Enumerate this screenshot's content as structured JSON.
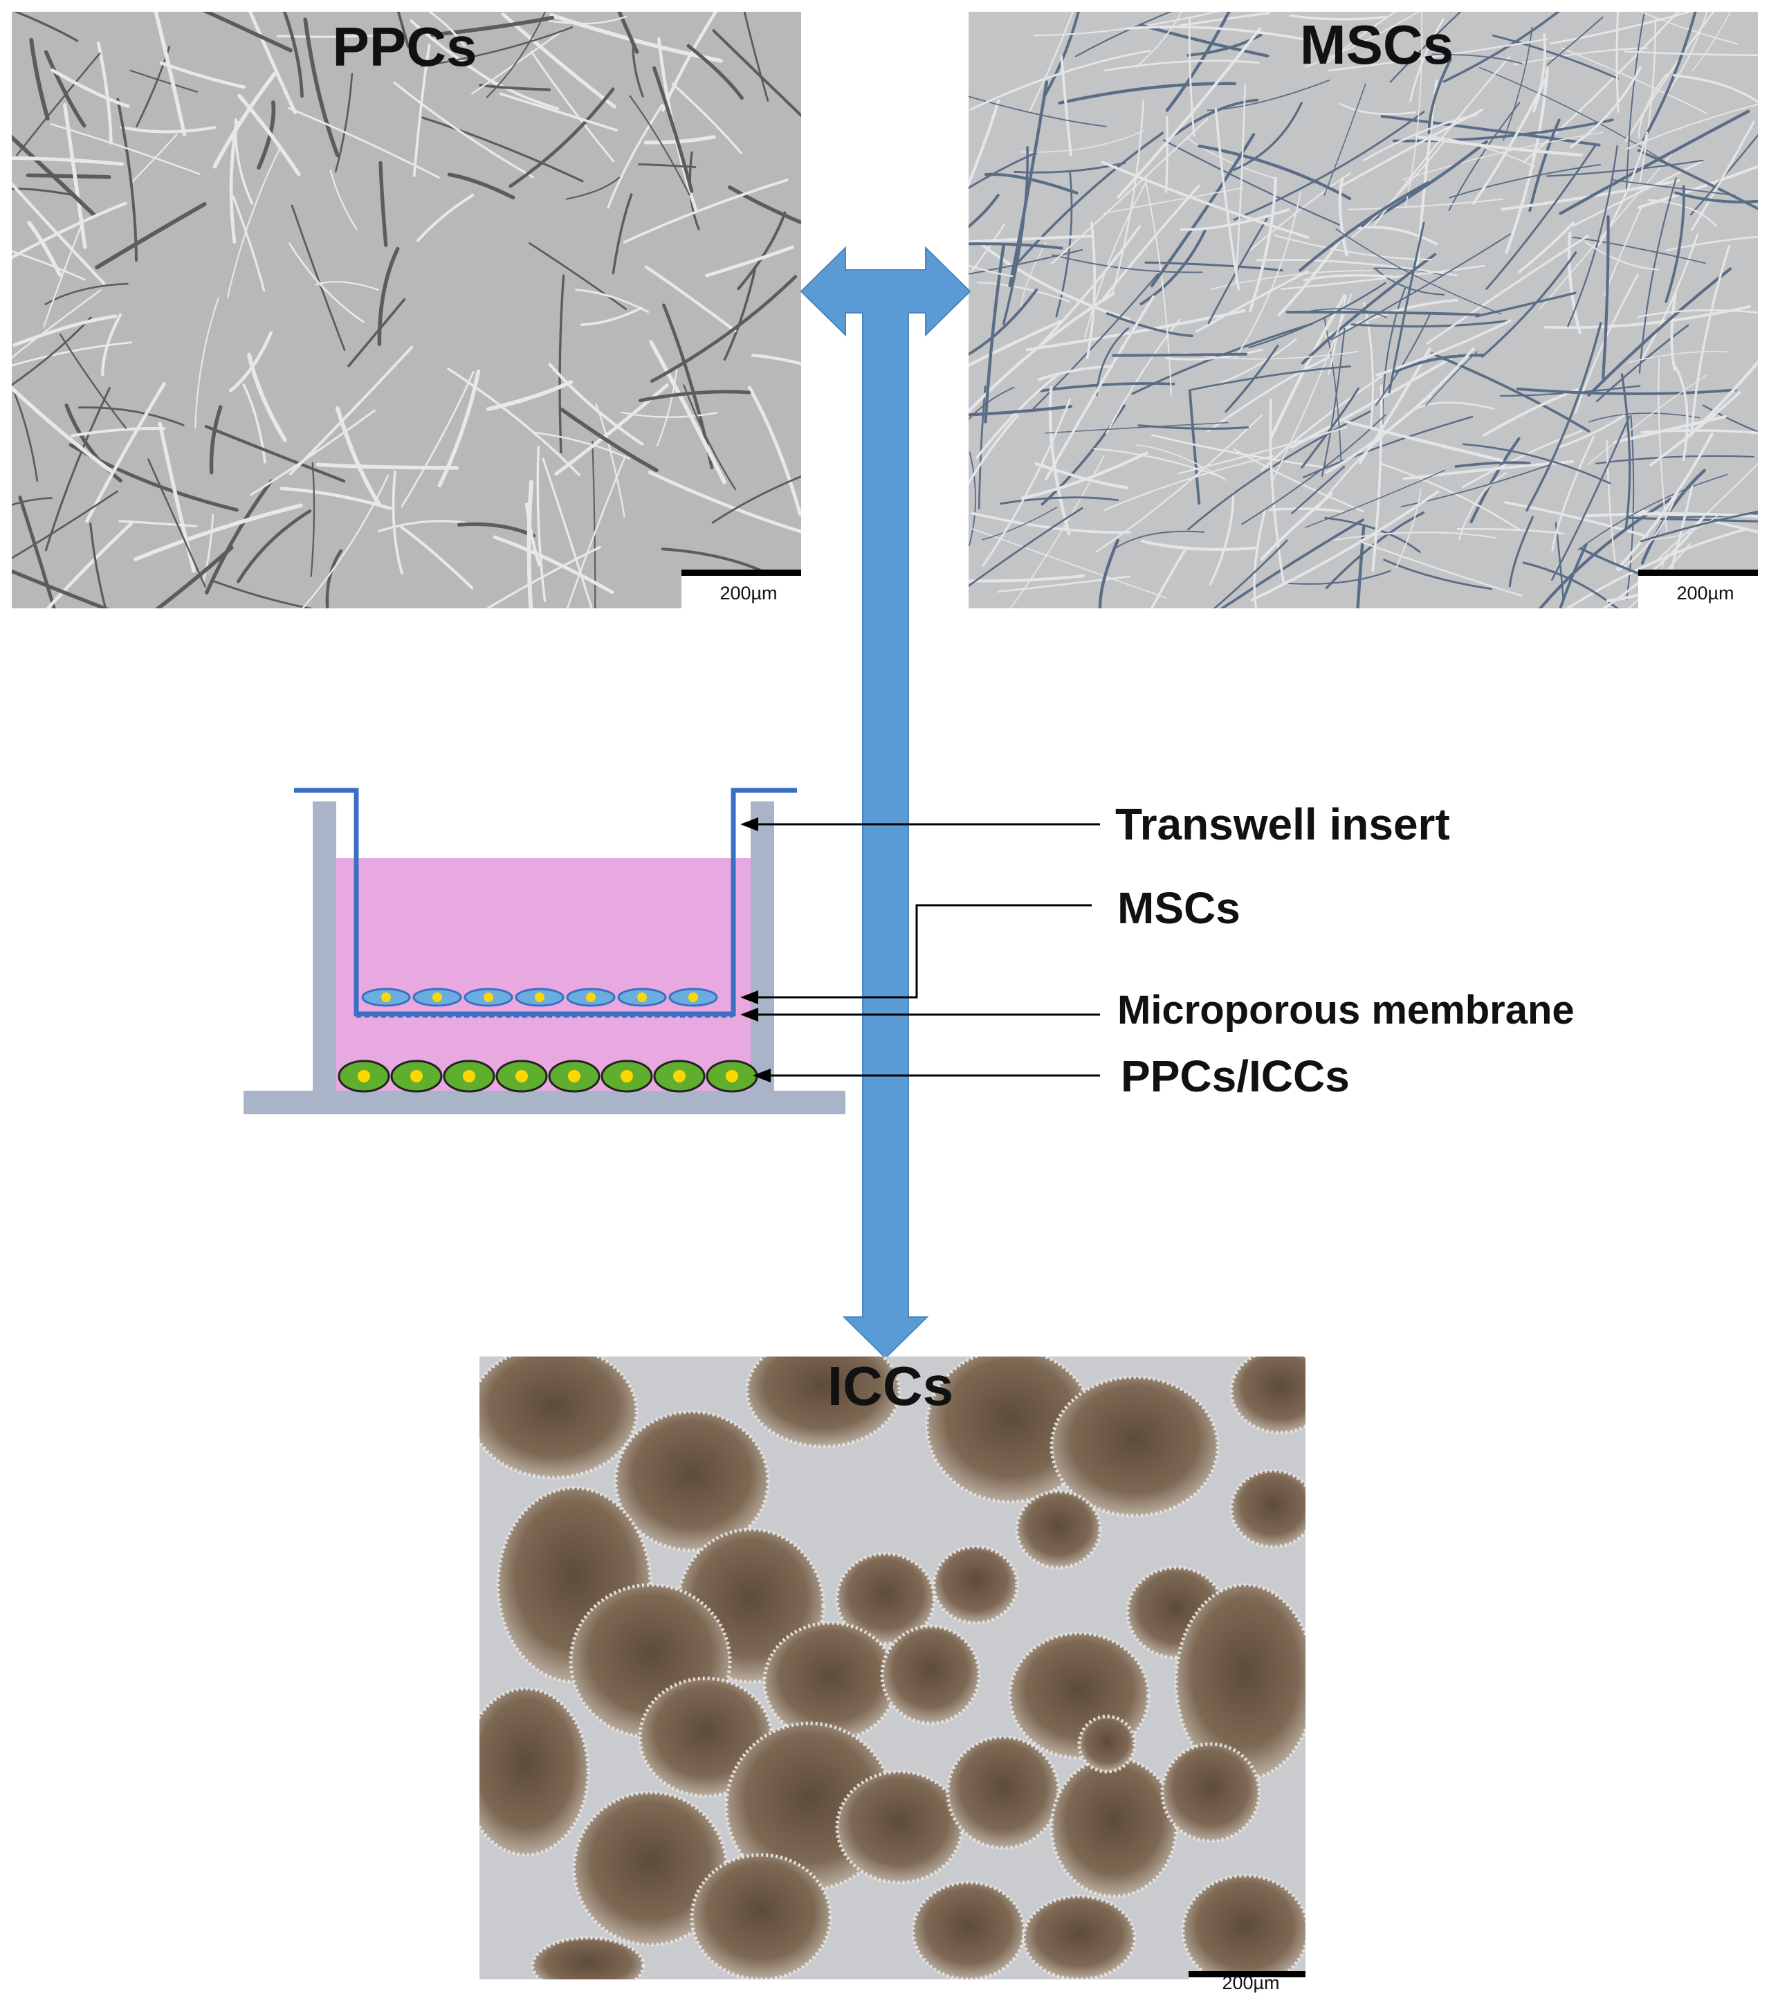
{
  "photos": {
    "ppcs": {
      "title": "PPCs",
      "scale_bar": "200µm"
    },
    "mscs": {
      "title": "MSCs",
      "scale_bar": "200µm"
    },
    "iccs": {
      "title": "ICCs",
      "scale_bar": "200µm"
    }
  },
  "diagram": {
    "labels": {
      "transwell_insert": "Transwell insert",
      "mscs": "MSCs",
      "microporous_membrane": "Microporous membrane",
      "ppcs_iccs": "PPCs/ICCs"
    },
    "msc_cell_count": 7,
    "ppc_cell_count": 8
  },
  "colors": {
    "arrow_blue": "#5b9bd5",
    "insert_blue": "#3b6fc4",
    "well_gray": "#aab4c8",
    "medium_pink": "#e8a8e0",
    "ppc_cell_green": "#5fae2e",
    "cell_nucleus_yellow": "#ffd700",
    "msc_cell_blue": "#6aaee0",
    "ppcs_photo_bg": "#b9b8b6",
    "mscs_photo_bg": "#c3c4c6",
    "iccs_photo_bg": "#c9cbcf",
    "icc_cluster_brown": "#7a6450"
  }
}
